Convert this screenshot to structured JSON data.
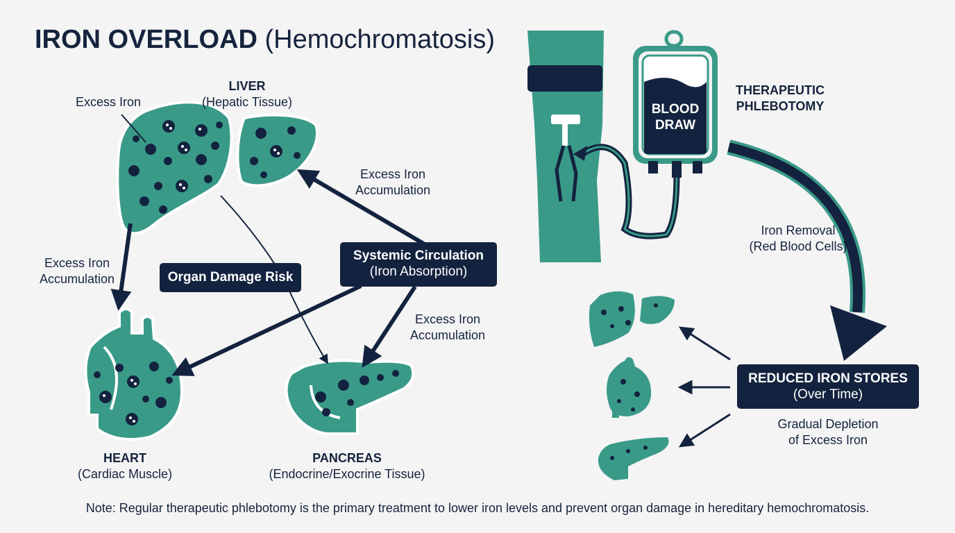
{
  "title": {
    "bold": "IRON OVERLOAD",
    "rest": "(Hemochromatosis)"
  },
  "organs": {
    "liver": {
      "name": "LIVER",
      "sub": "(Hepatic Tissue)"
    },
    "heart": {
      "name": "HEART",
      "sub": "(Cardiac Muscle)"
    },
    "pancreas": {
      "name": "PANCREAS",
      "sub": "(Endocrine/Exocrine Tissue)"
    }
  },
  "labels": {
    "excess_iron": "Excess Iron",
    "accum_liver_line1": "Excess Iron",
    "accum_liver_line2": "Accumulation",
    "accum_heart_line1": "Excess Iron",
    "accum_heart_line2": "Accumulation",
    "accum_pancreas_line1": "Excess Iron",
    "accum_pancreas_line2": "Accumulation",
    "iron_removal_line1": "Iron Removal",
    "iron_removal_line2": "(Red Blood Cells)",
    "gradual_line1": "Gradual Depletion",
    "gradual_line2": "of Excess Iron"
  },
  "boxes": {
    "systemic": {
      "title": "Systemic Circulation",
      "sub": "(Iron Absorption)"
    },
    "damage": {
      "title": "Organ Damage Risk"
    },
    "reduced": {
      "title": "REDUCED IRON STORES",
      "sub": "(Over Time)"
    }
  },
  "phlebotomy": {
    "bag_line1": "BLOOD",
    "bag_line2": "DRAW",
    "label_line1": "THERAPEUTIC",
    "label_line2": "PHLEBOTOMY"
  },
  "note": "Note: Regular therapeutic phlebotomy is the primary treatment to lower iron levels and prevent organ damage in hereditary hemochromatosis.",
  "colors": {
    "teal": "#3a9a88",
    "navy": "#13233f",
    "dot": "#13233f",
    "background": "#f4f4f4"
  },
  "icons": [
    "liver-icon",
    "heart-icon",
    "pancreas-icon",
    "arm-icon",
    "blood-bag-icon"
  ]
}
